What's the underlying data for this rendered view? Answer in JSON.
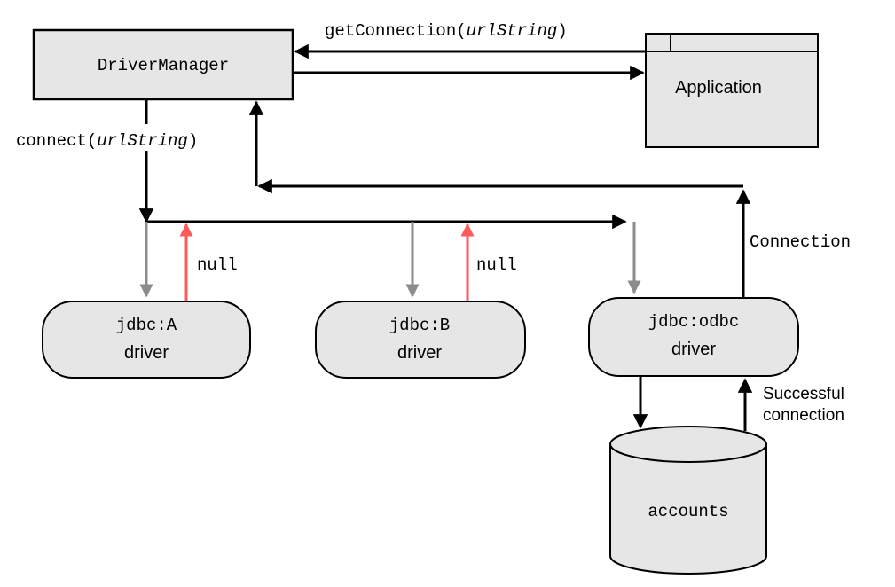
{
  "nodes": {
    "driver_manager": "DriverManager",
    "application": "Application",
    "driver_a": {
      "name": "jdbc:A",
      "kind": "driver"
    },
    "driver_b": {
      "name": "jdbc:B",
      "kind": "driver"
    },
    "driver_odbc": {
      "name": "jdbc:odbc",
      "kind": "driver"
    },
    "database": "accounts"
  },
  "labels": {
    "get_connection": {
      "method": "getConnection(",
      "arg": "urlString",
      "close": ")"
    },
    "connect": {
      "method": "connect(",
      "arg": "urlString",
      "close": ")"
    },
    "null_a": "null",
    "null_b": "null",
    "connection": "Connection",
    "successful_line1": "Successful",
    "successful_line2": "connection"
  },
  "colors": {
    "node_fill": "#e6e6e6",
    "stroke": "#000000",
    "request_arrow": "#8c8c8c",
    "null_arrow": "#ff5a5a"
  }
}
